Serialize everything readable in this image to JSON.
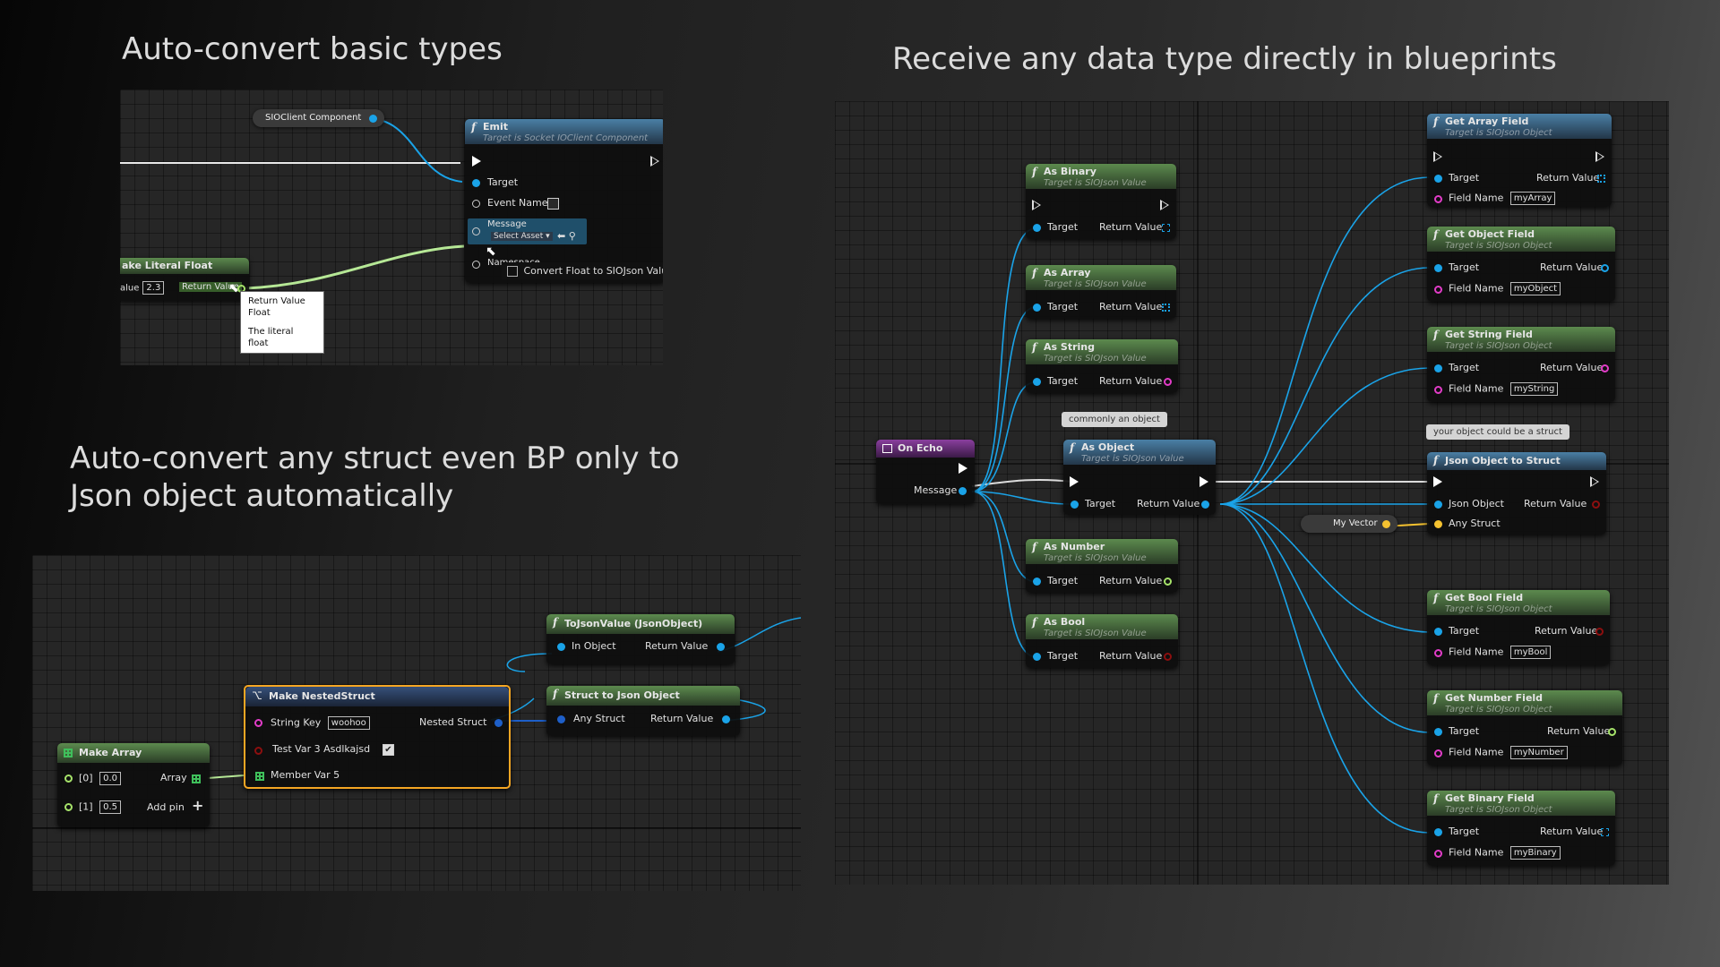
{
  "headings": {
    "basic": "Auto-convert basic types",
    "struct_line1": "Auto-convert any struct even BP only to",
    "struct_line2": "Json object automatically",
    "receive": "Receive any data type directly in blueprints"
  },
  "panel1": {
    "sioclient": "SIOClient Component",
    "emit": {
      "title": "Emit",
      "subtitle": "Target is Socket IOClient Component",
      "target": "Target",
      "event_name": "Event Name",
      "message": "Message",
      "select_asset": "Select Asset",
      "namespace": "Namespace"
    },
    "literal": {
      "title": "ake Literal Float",
      "value_label": "alue",
      "value": "2.3",
      "return_value": "Return Value"
    },
    "tooltip": {
      "line1": "Return Value",
      "line2": "Float",
      "line3": "The literal float"
    },
    "convert_hint": "Convert Float to SIOJson Valu"
  },
  "panel2": {
    "make_array": {
      "title": "Make Array",
      "item0_label": "[0]",
      "item0_value": "0.0",
      "item1_label": "[1]",
      "item1_value": "0.5",
      "array": "Array",
      "add_pin": "Add pin"
    },
    "nested": {
      "title": "Make NestedStruct",
      "string_key": "String Key",
      "string_value": "woohoo",
      "nested_struct": "Nested Struct",
      "test_var": "Test Var 3 Asdlkajsd",
      "member_var": "Member Var 5"
    },
    "tojson": {
      "title": "ToJsonValue (JsonObject)",
      "in_object": "In Object",
      "return_value": "Return Value"
    },
    "struct_to_json": {
      "title": "Struct to Json Object",
      "any_struct": "Any Struct",
      "return_value": "Return Value"
    }
  },
  "panel3": {
    "on_echo": {
      "title": "On Echo",
      "message": "Message"
    },
    "subtitle": "Target is SIOJson Value",
    "subtitle_obj": "Target is SIOJson Object",
    "target": "Target",
    "return_value": "Return Value",
    "field_name": "Field Name",
    "as_binary": "As Binary",
    "as_array": "As Array",
    "as_string": "As String",
    "as_object": "As Object",
    "as_number": "As Number",
    "as_bool": "As Bool",
    "comment_object": "commonly an object",
    "comment_struct": "your object could be a struct",
    "my_vector": "My Vector",
    "get_array": {
      "title": "Get Array Field",
      "field": "myArray"
    },
    "get_object": {
      "title": "Get Object Field",
      "field": "myObject"
    },
    "get_string": {
      "title": "Get String Field",
      "field": "myString"
    },
    "json_to_struct": {
      "title": "Json Object to Struct",
      "json_object": "Json Object",
      "any_struct": "Any Struct"
    },
    "get_bool": {
      "title": "Get Bool Field",
      "field": "myBool"
    },
    "get_number": {
      "title": "Get Number Field",
      "field": "myNumber"
    },
    "get_binary": {
      "title": "Get Binary Field",
      "field": "myBinary"
    }
  },
  "colors": {
    "object_pin": "#1aa3e8",
    "float_pin": "#a6e36a",
    "struct_pin": "#1e5fc9",
    "string_pin": "#e23cc8",
    "bool_pin": "#8c0f0f",
    "vector_pin": "#f5c230",
    "wire_blue": "#1aa3e8",
    "wire_green": "#b6e896",
    "selection": "#f5a623"
  }
}
